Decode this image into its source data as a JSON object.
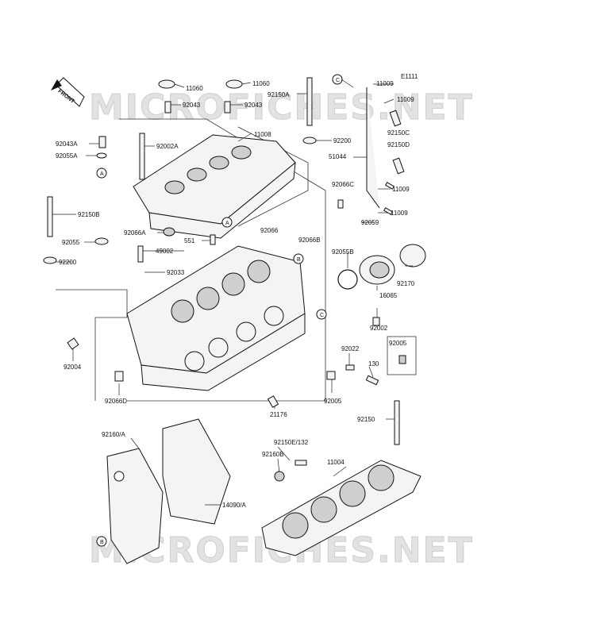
{
  "diagram_code": "E1111",
  "front_label": "FRONT",
  "watermarks": [
    "MICROFICHES.NET",
    "MICROFICHES.NET"
  ],
  "labels": {
    "l11060a": "11060",
    "l11060b": "11060",
    "l92043a": "92043",
    "l92043b": "92043",
    "l92150a": "92150A",
    "l11009a": "11009",
    "l11009b": "11009",
    "l11009c": "11009",
    "l11009d": "11009",
    "l92150c": "92150C",
    "l92150d": "92150D",
    "l11008": "11008",
    "l92200a": "92200",
    "l92200b": "92200",
    "l51044": "51044",
    "l92043A": "92043A",
    "l92002A": "92002A",
    "l92055A": "92055A",
    "l92066c": "92066C",
    "l92059": "92059",
    "l92150b": "92150B",
    "l92055": "92055",
    "l92066a": "92066A",
    "l551": "551",
    "l92066": "92066",
    "l92066b": "92066B",
    "l49002": "49002",
    "l92055b": "92055B",
    "l92033": "92033",
    "l92170": "92170",
    "l16065": "16065",
    "l92002": "92002",
    "l92022": "92022",
    "l92005a": "92005",
    "l92005b": "92005",
    "l130": "130",
    "l92004": "92004",
    "l92066d": "92066D",
    "l21176": "21176",
    "l92150": "92150",
    "l92160a": "92160/A",
    "l92150e": "92150E/132",
    "l92160b": "92160B",
    "l11004": "11004",
    "l14090": "14090/A"
  },
  "callouts": [
    "A",
    "A",
    "B",
    "B",
    "C",
    "C"
  ]
}
